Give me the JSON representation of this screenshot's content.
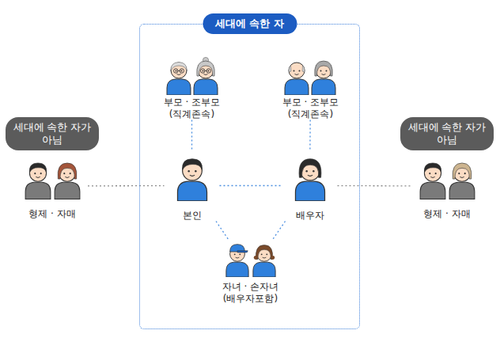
{
  "diagram": {
    "nodes": [
      {
        "text": [
          "세대에 속한 자"
        ]
      },
      {
        "text": [
          "부모 · 조부모 (직계존속)"
        ],
        "in": 0
      },
      {
        "text": [
          "부모 · 조부모 (직계존속)"
        ],
        "in": 0
      },
      {
        "text": [
          "본인"
        ],
        "in": 0
      },
      {
        "text": [
          "배우자"
        ],
        "in": 0
      },
      {
        "text": [
          "자녀 · 손자녀 (배우자포함)"
        ],
        "in": 0
      },
      {
        "text": [
          "세대에 속한 자가 아님"
        ]
      },
      {
        "text": [
          "형제 · 자매"
        ]
      },
      {
        "text": [
          "세대에 속한 자가 아님"
        ]
      },
      {
        "text": [
          "형제 · 자매"
        ]
      }
    ],
    "edges": [
      {
        "from": 1,
        "to": 3,
        "arrow": "none"
      },
      {
        "from": 2,
        "to": 4,
        "arrow": "none"
      },
      {
        "from": 3,
        "to": 4,
        "arrow": "none"
      },
      {
        "from": 3,
        "to": 5,
        "arrow": "none"
      },
      {
        "from": 4,
        "to": 5,
        "arrow": "none"
      },
      {
        "from": 7,
        "to": 3,
        "arrow": "none"
      },
      {
        "from": 4,
        "to": 9,
        "arrow": "none"
      }
    ]
  }
}
